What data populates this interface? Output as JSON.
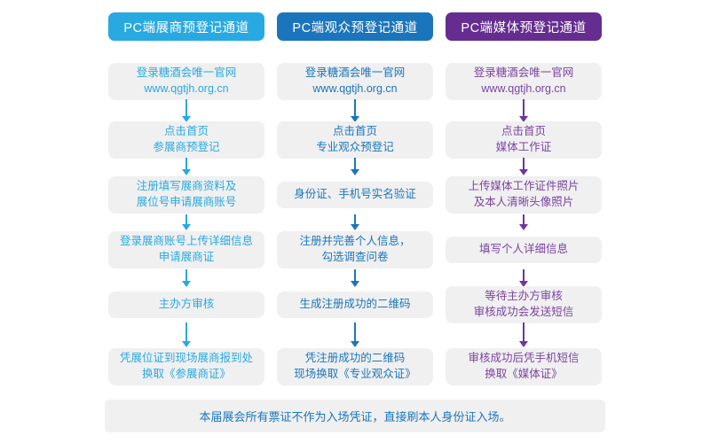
{
  "colors": {
    "exhibitor_accent": "#29A9E1",
    "visitor_accent": "#1B75BC",
    "media_header": "#662D91",
    "media_text": "#7B44A1",
    "box_background": "#F0F0F1",
    "note_text": "#1B75BC"
  },
  "columns": [
    {
      "id": "exhibitor",
      "header": "PC端展商预登记通道",
      "steps": [
        [
          "登录糖酒会唯一官网",
          "www.qgtjh.org.cn"
        ],
        [
          "点击首页",
          "参展商预登记"
        ],
        [
          "注册填写展商资料及",
          "展位号申请展商账号"
        ],
        [
          "登录展商账号上传详细信息",
          "申请展商证"
        ],
        [
          "主办方审核"
        ],
        [
          "凭展位证到现场展商报到处",
          "换取《参展商证》"
        ]
      ]
    },
    {
      "id": "visitor",
      "header": "PC端观众预登记通道",
      "steps": [
        [
          "登录糖酒会唯一官网",
          "www.qgtjh.org.cn"
        ],
        [
          "点击首页",
          "专业观众预登记"
        ],
        [
          "身份证、手机号实名验证"
        ],
        [
          "注册并完善个人信息，",
          "勾选调查问卷"
        ],
        [
          "生成注册成功的二维码"
        ],
        [
          "凭注册成功的二维码",
          "现场换取《专业观众证》"
        ]
      ]
    },
    {
      "id": "media",
      "header": "PC端媒体预登记通道",
      "steps": [
        [
          "登录糖酒会唯一官网",
          "www.qgtjh.org.cn"
        ],
        [
          "点击首页",
          "媒体工作证"
        ],
        [
          "上传媒体工作证件照片",
          "及本人清晰头像照片"
        ],
        [
          "填写个人详细信息"
        ],
        [
          "等待主办方审核",
          "审核成功会发送短信"
        ],
        [
          "审核成功后凭手机短信",
          "换取《媒体证》"
        ]
      ]
    }
  ],
  "note": {
    "text": "本届展会所有票证不作为入场凭证，直接刷本人身份证入场。"
  }
}
